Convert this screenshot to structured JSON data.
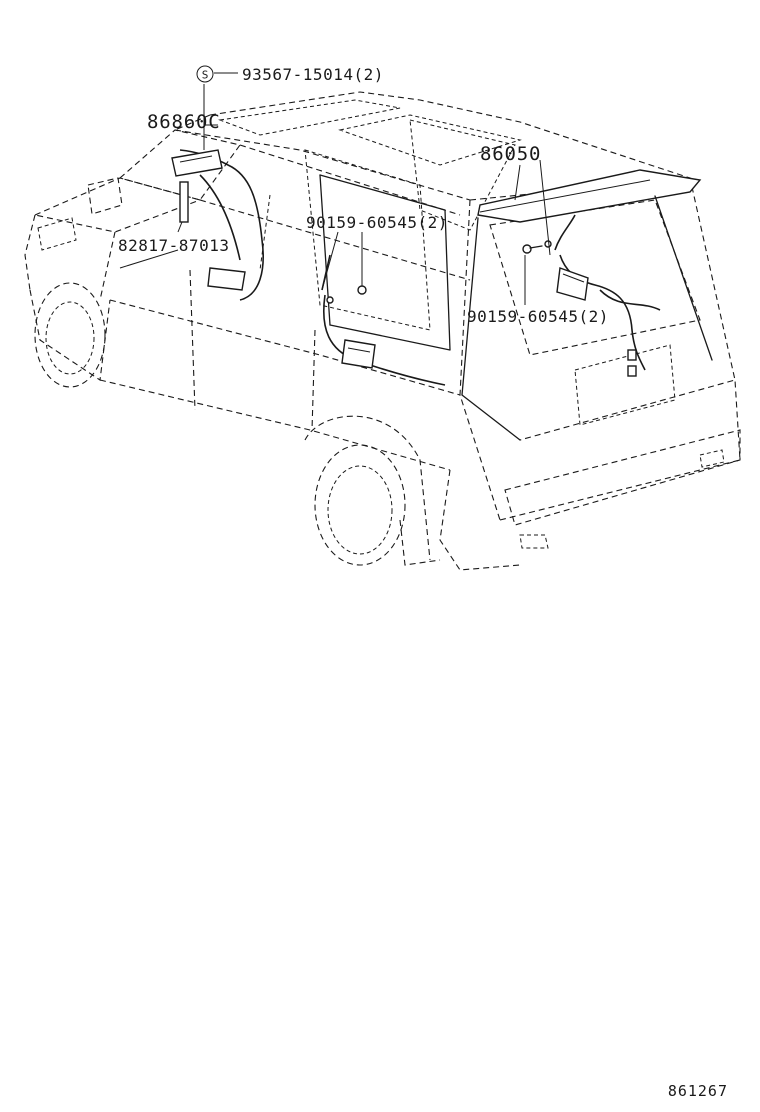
{
  "diagram": {
    "symbol_s": "S",
    "callouts": [
      {
        "id": "c1",
        "text": "93567-15014(2)"
      },
      {
        "id": "c2",
        "text": "86860C"
      },
      {
        "id": "c3",
        "text": "86050"
      },
      {
        "id": "c4",
        "text": "90159-60545(2)"
      },
      {
        "id": "c5",
        "text": "82817-87013"
      },
      {
        "id": "c6",
        "text": "90159-60545(2)"
      }
    ],
    "reference_number": "861267"
  }
}
